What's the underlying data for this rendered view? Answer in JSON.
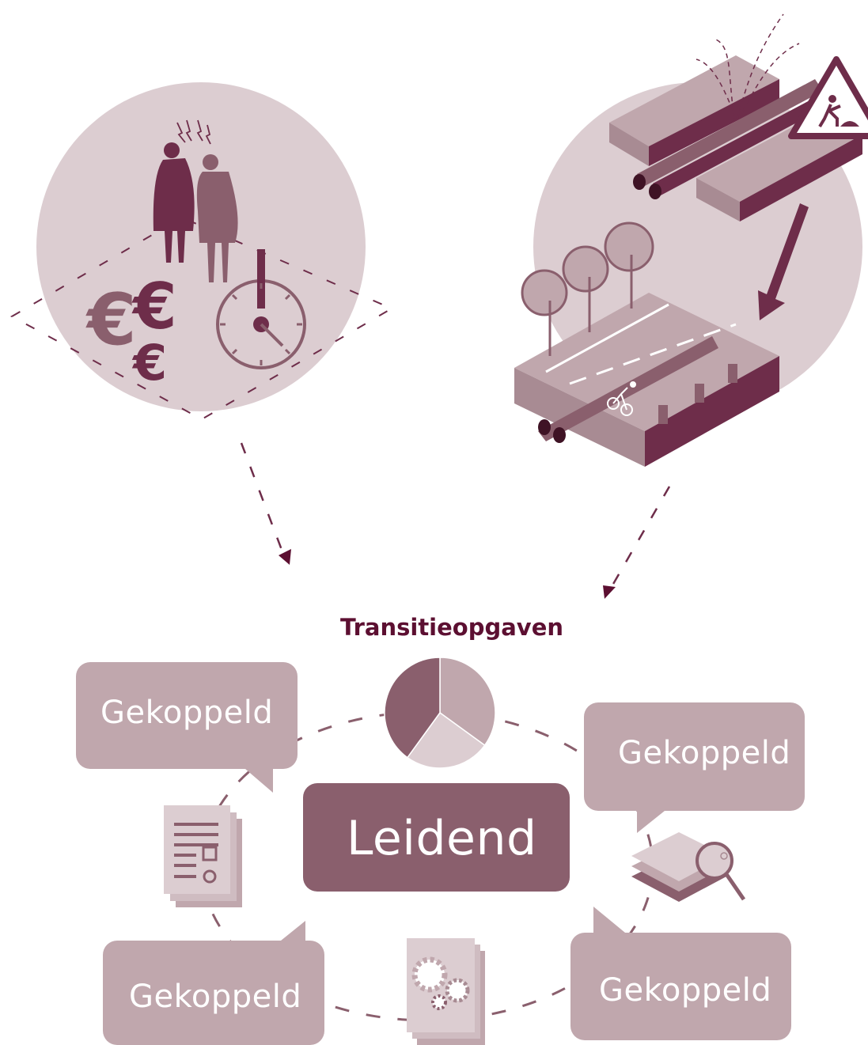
{
  "title": "Transitieopgaven",
  "center_label": "Leidend",
  "bubbles": [
    {
      "label": "Gekoppeld"
    },
    {
      "label": "Gekoppeld"
    },
    {
      "label": "Gekoppeld"
    },
    {
      "label": "Gekoppeld"
    }
  ],
  "pie_segments": [
    0.4,
    0.35,
    0.25
  ],
  "icons": [
    "quarrel-people-icon",
    "euro-coins-icon",
    "stopwatch-icon",
    "burst-pipe-road-icon",
    "roadworks-warning-icon",
    "renewed-street-icon",
    "pie-chart-icon",
    "document-stack-icon",
    "map-layers-search-icon",
    "gears-document-icon"
  ],
  "colors": {
    "dark": "#6e2d4a",
    "mid": "#8a5f6d",
    "bubble": "#c0a7ad",
    "light": "#dccdd1",
    "title": "#5c0f31"
  }
}
